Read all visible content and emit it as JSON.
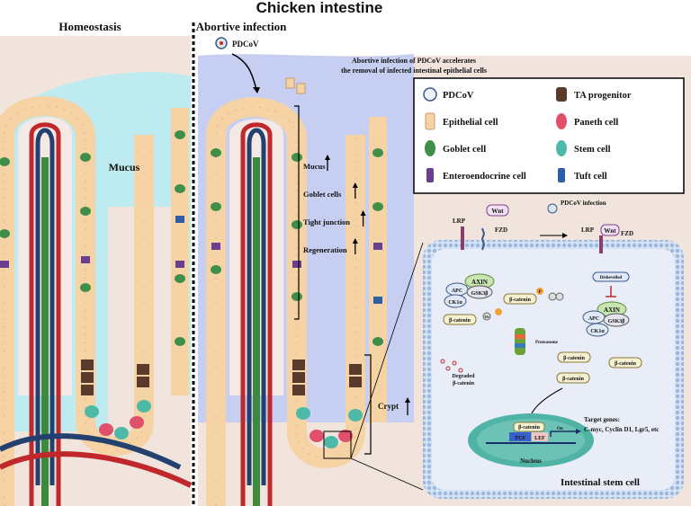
{
  "title": "Chicken intestine",
  "panels": {
    "left": "Homeostasis",
    "right": "Abortive infection"
  },
  "labels": {
    "mucus": "Mucus",
    "virus": "PDCoV",
    "note_line1": "Abortive infection of PDCoV accelerates",
    "note_line2": "the removal of infected intestinal epithelial cells",
    "crypt": "Crypt"
  },
  "effects": [
    {
      "label": "Mucus",
      "direction": "up"
    },
    {
      "label": "Goblet cells",
      "direction": "up"
    },
    {
      "label": "Tight junction",
      "direction": "up"
    },
    {
      "label": "Regeneration",
      "direction": "up"
    }
  ],
  "legend": [
    {
      "label": "PDCoV",
      "icon": "virus-icon",
      "color": "#8aa3c7"
    },
    {
      "label": "TA progenitor",
      "icon": "ta-progenitor-icon",
      "color": "#5a3a2a"
    },
    {
      "label": "Epithelial cell",
      "icon": "epithelial-cell-icon",
      "color": "#f6d3a4"
    },
    {
      "label": "Paneth cell",
      "icon": "paneth-cell-icon",
      "color": "#e0506a"
    },
    {
      "label": "Goblet cell",
      "icon": "goblet-cell-icon",
      "color": "#3f8f4a"
    },
    {
      "label": "Stem cell",
      "icon": "stem-cell-icon",
      "color": "#4fb9a8"
    },
    {
      "label": "Enteroendocrine cell",
      "icon": "enteroendocrine-cell-icon",
      "color": "#6b3f8f"
    },
    {
      "label": "Tuft cell",
      "icon": "tuft-cell-icon",
      "color": "#2f5ea8"
    }
  ],
  "pathway": {
    "infection": "PDCoV infection",
    "wnt": "Wnt",
    "lrp": "LRP",
    "fzd": "FZD",
    "axin": "AXIN",
    "apc": "APC",
    "gsk": "GSK3β",
    "ck1": "CK1α",
    "beta": "β-catenin",
    "p": "P",
    "ub": "Ub",
    "proteasome": "Proteasome",
    "degraded1": "Degraded",
    "degraded2": "β-catenin",
    "dishevelled": "Dishevelled",
    "tcf": "TCF",
    "lef": "LEF",
    "on": "On",
    "nucleus": "Nucleus",
    "target1": "Target genes:",
    "target2": "C-myc, Cyclin D1, Lgr5, etc",
    "cell_title": "Intestinal stem cell"
  },
  "colors": {
    "lumen_left": "#bdebf0",
    "lumen_right": "#c6cff2",
    "tissue": "#f1e4dc",
    "epithelium": "#f6d3a4",
    "artery": "#c0282b",
    "vein": "#23406f",
    "lacteal": "#3d8a3f",
    "cell_membrane": "#b8cdea",
    "nucleus": "#4fb3a6"
  }
}
